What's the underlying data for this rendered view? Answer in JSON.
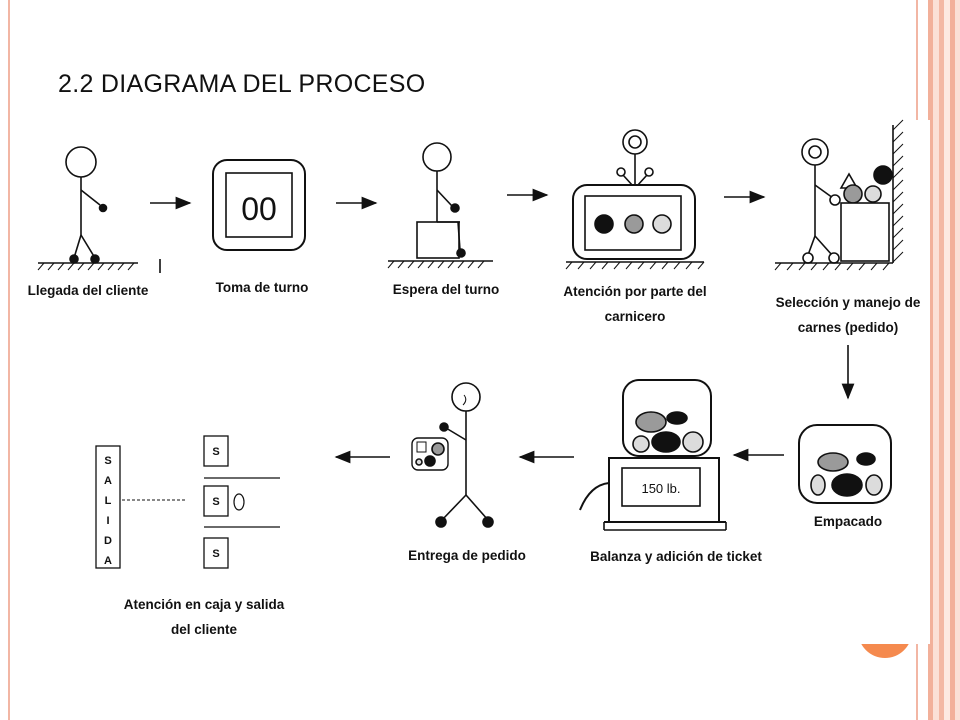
{
  "slide": {
    "title": "2.2 DIAGRAMA DEL PROCESO"
  },
  "steps": {
    "arrival": {
      "label": "Llegada del cliente"
    },
    "ticket": {
      "label": "Toma de turno",
      "display": "00"
    },
    "waiting": {
      "label": "Espera del turno"
    },
    "service": {
      "label_line1": "Atención por parte del",
      "label_line2": "carnicero"
    },
    "selection": {
      "label_line1": "Selección y manejo de",
      "label_line2": "carnes (pedido)"
    },
    "packing": {
      "label": "Empacado"
    },
    "scale": {
      "label": "Balanza y adición de ticket",
      "weight": "150 lb."
    },
    "delivery": {
      "label": "Entrega de pedido"
    },
    "checkout": {
      "label_line1": "Atención en caja y salida",
      "label_line2": "del cliente",
      "exit_letters": [
        "S",
        "A",
        "L",
        "I",
        "D",
        "A"
      ],
      "register_label": "S"
    }
  },
  "colors": {
    "frame_line": "#f2b6a4",
    "accent_orange": "#f58a4e",
    "ink": "#111111",
    "meat_gray": "#9a9a9a",
    "meat_light": "#dcdcdc"
  }
}
